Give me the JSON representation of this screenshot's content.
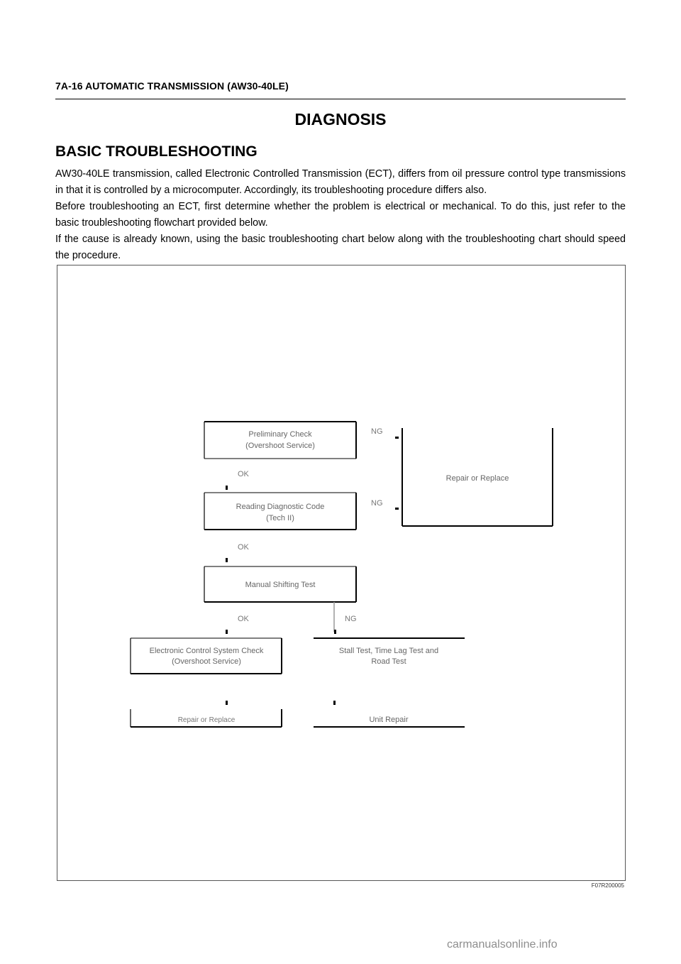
{
  "header": {
    "running_title": "7A-16  AUTOMATIC TRANSMISSION (AW30-40LE)"
  },
  "title": "DIAGNOSIS",
  "section": {
    "heading": "BASIC TROUBLESHOOTING",
    "paragraphs": [
      "AW30-40LE transmission, called Electronic Controlled Transmission (ECT), differs from oil pressure control type transmissions in that it is controlled by a microcomputer. Accordingly, its troubleshooting procedure differs also.",
      "Before troubleshooting an ECT, first determine whether the problem is electrical or mechanical. To do this, just refer to the basic troubleshooting flowchart provided below.",
      "If the cause is already known, using the basic troubleshooting chart below along with the troubleshooting chart should speed the procedure."
    ]
  },
  "flowchart": {
    "boxes": {
      "preliminary": {
        "line1": "Preliminary Check",
        "line2": "(Overshoot Service)"
      },
      "reading": {
        "line1": "Reading Diagnostic Code",
        "line2": "(Tech II)"
      },
      "manual": {
        "line1": "Manual Shifting Test"
      },
      "electronic": {
        "line1": "Electronic Control System Check",
        "line2": "(Overshoot Service)"
      },
      "stall": {
        "line1": "Stall Test, Time Lag Test and",
        "line2": "Road Test"
      },
      "repair_replace": {
        "line1": "Repair or Replace"
      },
      "repair_left": {
        "line1": "Repair or Replace"
      },
      "unit_repair": {
        "line1": "Unit Repair"
      }
    },
    "labels": {
      "ng1": "NG",
      "ok1": "OK",
      "ng2": "NG",
      "ok2": "OK",
      "ok3": "OK",
      "ng3": "NG"
    }
  },
  "figure_id": "F07R200005",
  "watermark": "carmanualsonline.info"
}
